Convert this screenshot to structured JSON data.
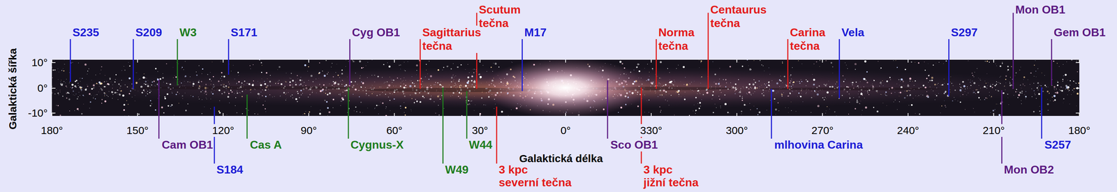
{
  "diagram": {
    "labels": [
      "S235",
      "S209",
      "W3",
      "S171",
      "Cyg OB1",
      "Sagittarius tečna",
      "Scutum tečna",
      "M17",
      "Norma tečna",
      "Centaurus tečna",
      "Carina tečna",
      "Vela",
      "S297",
      "Mon OB1",
      "Gem OB1",
      "Galaktická šířka",
      "10°",
      "0°",
      "-10°",
      "180°",
      "150°",
      "120°",
      "90°",
      "60°",
      "30°",
      "0°",
      "330°",
      "300°",
      "270°",
      "240°",
      "210°",
      "180°",
      "Cam OB1",
      "Cas A",
      "Cygnus-X",
      "W44",
      "Sco OB1",
      "mlhovina Carina",
      "S257",
      "Galaktická délka",
      "S184",
      "W49",
      "3 kpc",
      "severní tečna",
      "3 kpc",
      "jižní tečna",
      "Mon OB2"
    ]
  }
}
